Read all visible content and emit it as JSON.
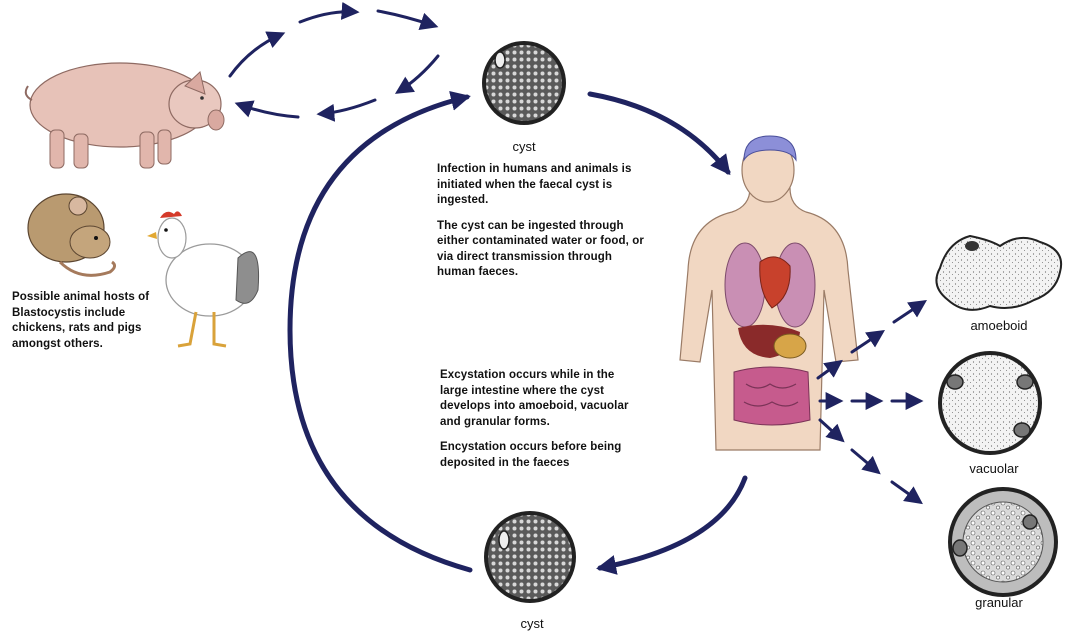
{
  "labels": {
    "cyst_top": "cyst",
    "cyst_bottom": "cyst",
    "amoeboid": "amoeboid",
    "vacuolar": "vacuolar",
    "granular": "granular"
  },
  "text": {
    "infection_1": "Infection in humans and animals is initiated when the faecal cyst is ingested.",
    "infection_2": "The cyst can be ingested through either contaminated water or food, or via direct transmission through human faeces.",
    "excystation_1": "Excystation occurs while in the large intestine where the cyst develops into amoeboid, vacuolar and granular forms.",
    "excystation_2": "Encystation occurs before being deposited in the faeces",
    "hosts": "Possible animal hosts of Blastocystis include chickens, rats and pigs amongst others."
  },
  "icons": [
    "pig-icon",
    "rat-icon",
    "chicken-icon",
    "cyst-icon",
    "human-body-icon",
    "amoeboid-form-icon",
    "vacuolar-form-icon",
    "granular-form-icon"
  ],
  "colors": {
    "arrow": "#1f2360",
    "cyst_fill": "#7a7a7a",
    "pig": "#e7c2b8",
    "rat": "#b99a70",
    "skin": "#f1d7c2",
    "brain": "#8c8fd8",
    "lung": "#c98fb4",
    "heart": "#c8412c",
    "liver": "#8a2a2a",
    "intestine": "#c65b8d"
  }
}
